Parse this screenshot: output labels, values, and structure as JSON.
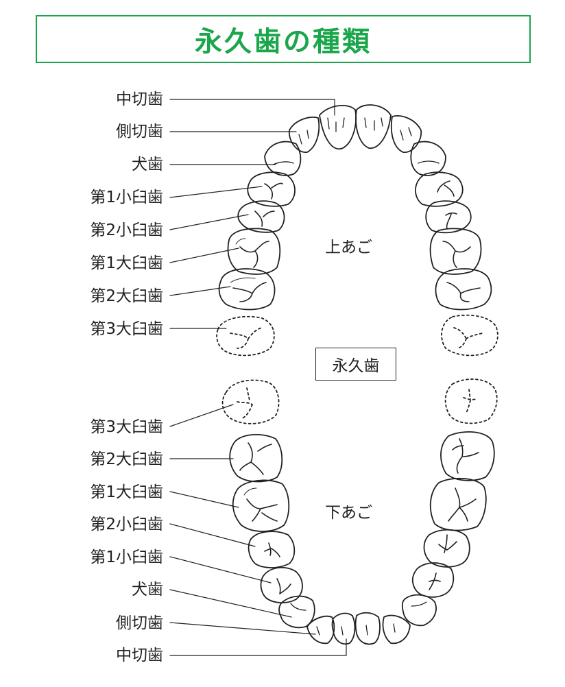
{
  "title": "永久歯の種類",
  "upper_jaw_label": "上あご",
  "lower_jaw_label": "下あご",
  "center_label": "永久歯",
  "upper_teeth": [
    "中切歯",
    "側切歯",
    "犬歯",
    "第1小臼歯",
    "第2小臼歯",
    "第1大臼歯",
    "第2大臼歯",
    "第3大臼歯"
  ],
  "lower_teeth": [
    "第3大臼歯",
    "第2大臼歯",
    "第1大臼歯",
    "第2小臼歯",
    "第1小臼歯",
    "犬歯",
    "側切歯",
    "中切歯"
  ],
  "colors": {
    "title": "#1aa64a",
    "line": "#231f20"
  }
}
